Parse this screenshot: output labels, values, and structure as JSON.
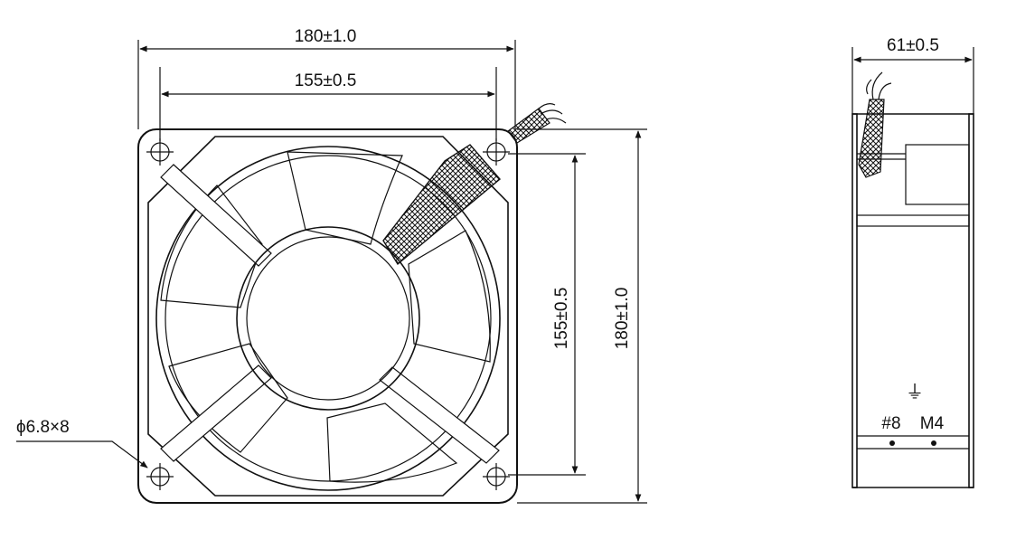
{
  "front_view": {
    "overall_width": "180±1.0",
    "hole_pitch_width": "155±0.5",
    "hole_pitch_height": "155±0.5",
    "overall_height": "180±1.0",
    "mounting_holes": "ϕ6.8×8"
  },
  "side_view": {
    "depth": "61±0.5",
    "ground_symbol": "⏚",
    "terminal_label": "#8",
    "screw_label": "M4"
  }
}
